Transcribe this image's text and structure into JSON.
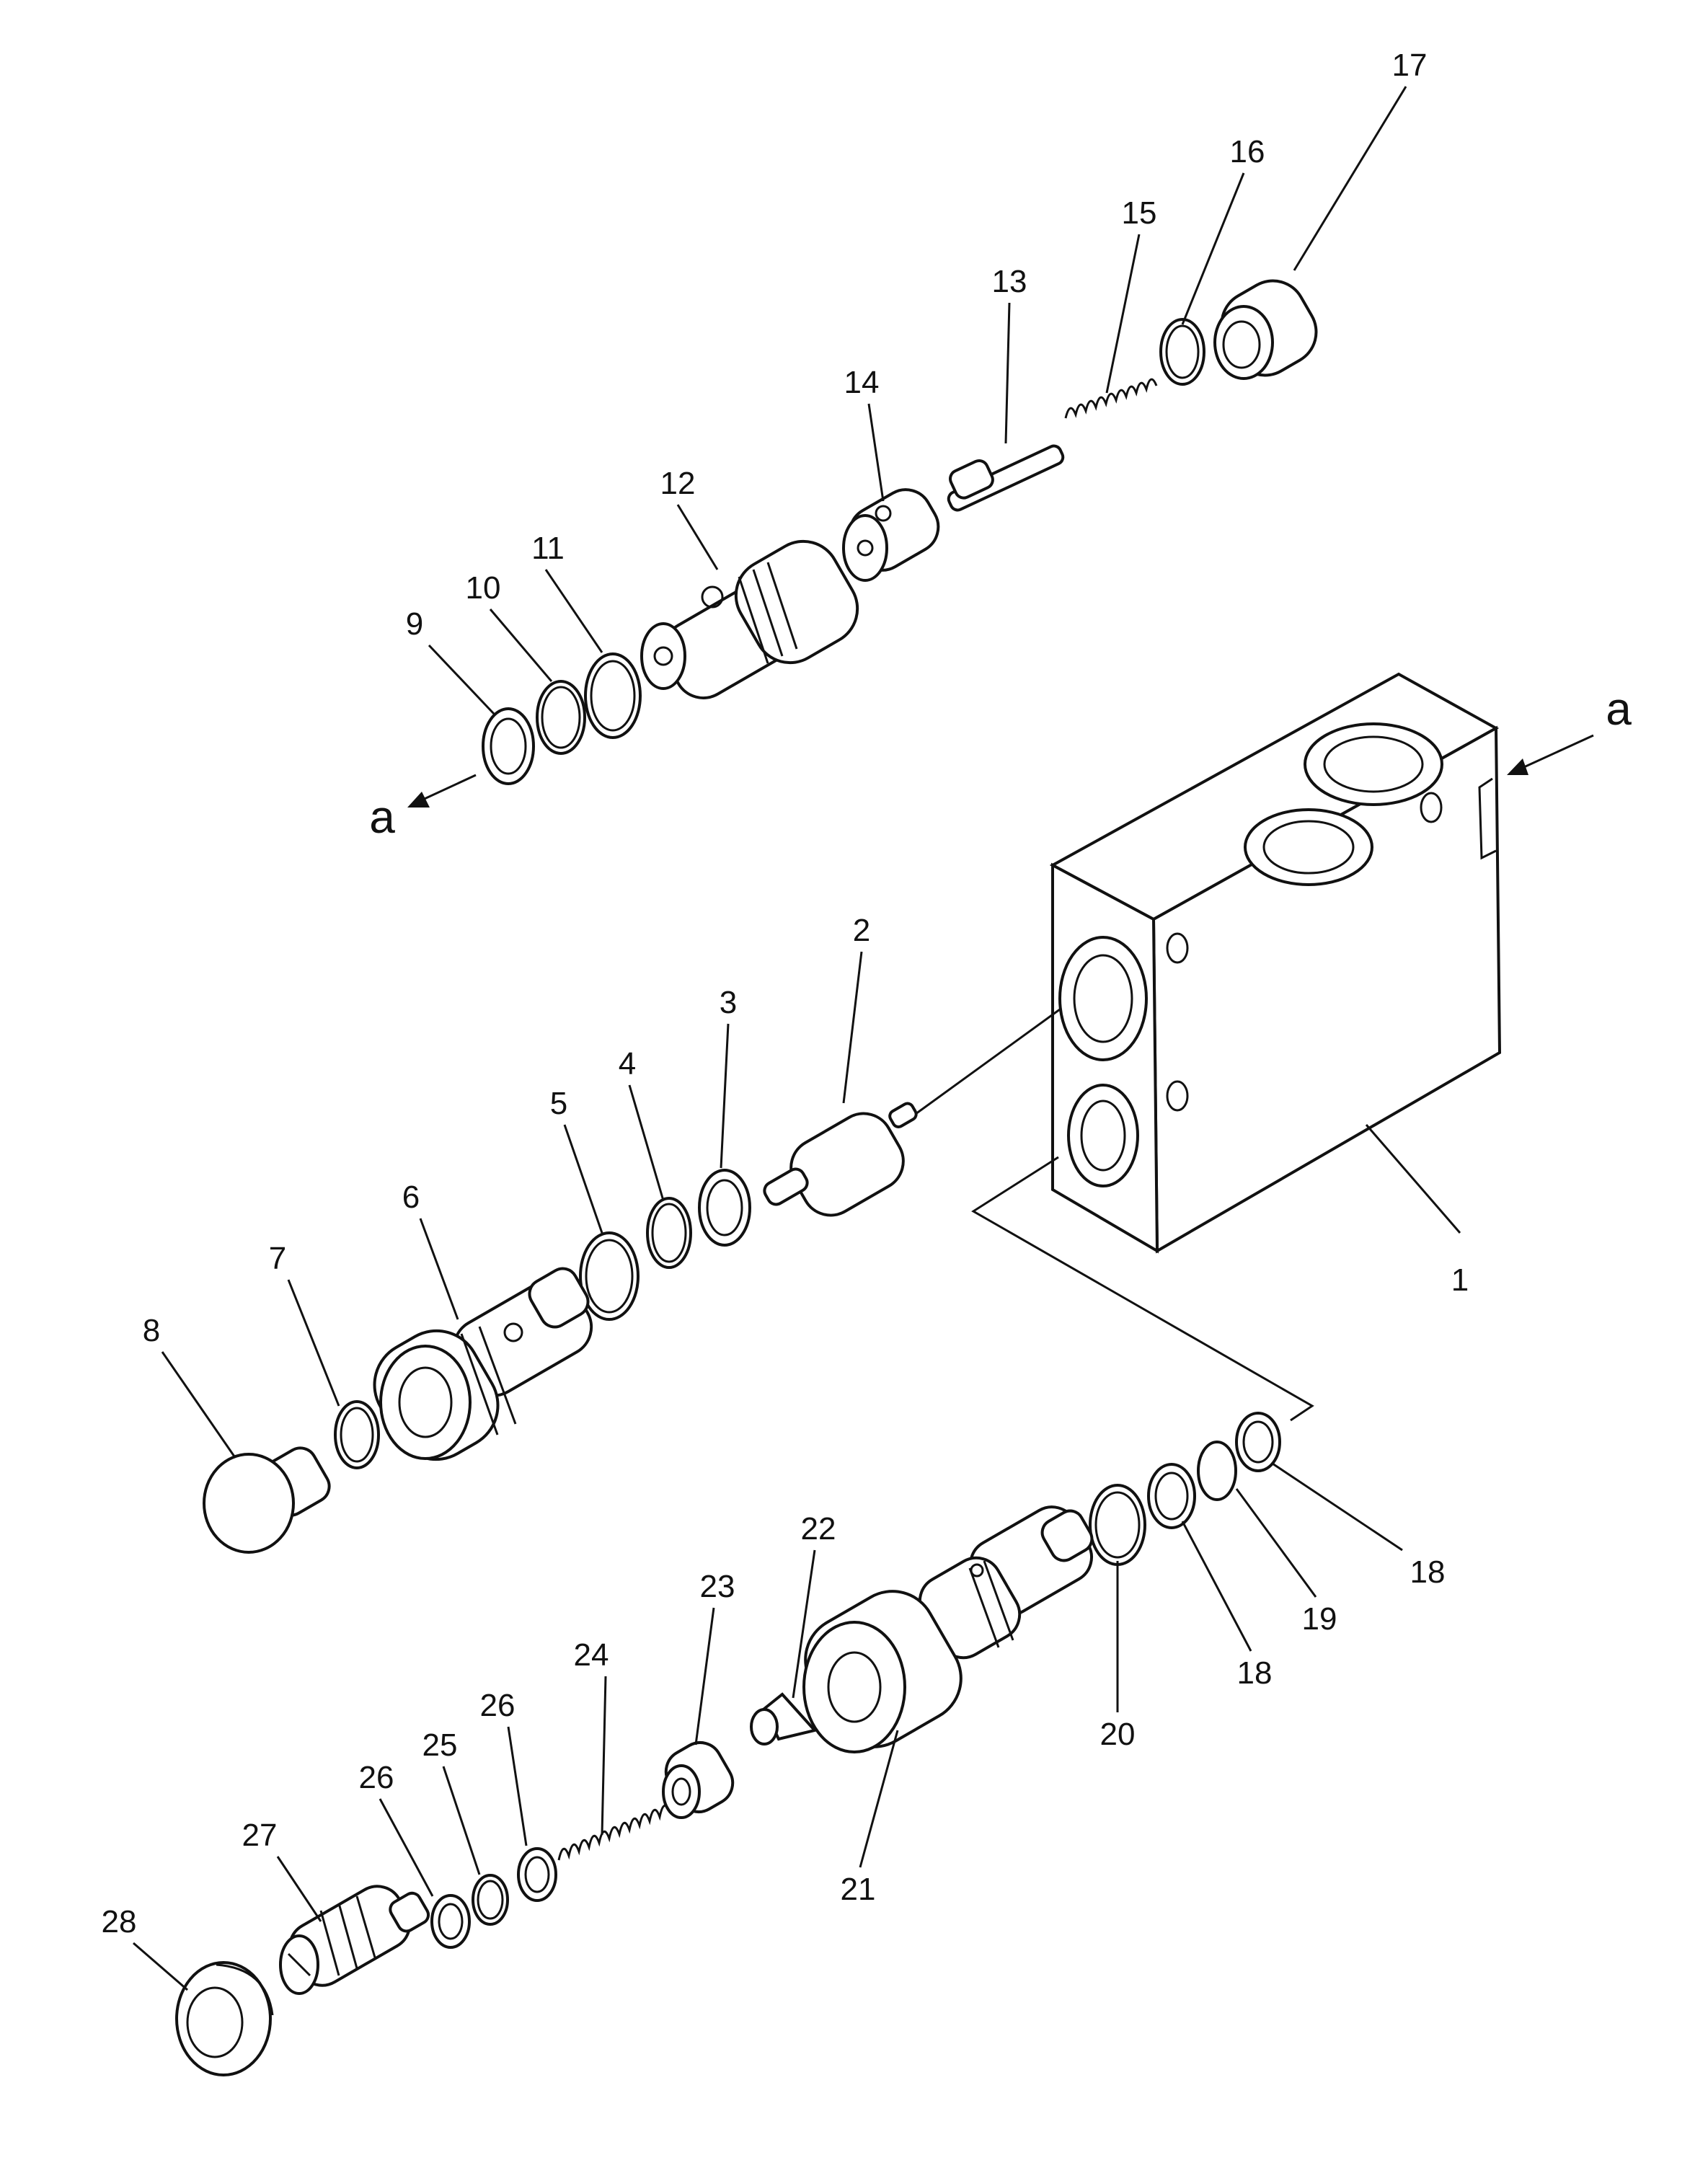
{
  "diagram": {
    "part_numbers": [
      "1",
      "2",
      "3",
      "4",
      "5",
      "6",
      "7",
      "8",
      "9",
      "10",
      "11",
      "12",
      "13",
      "14",
      "15",
      "16",
      "17",
      "18",
      "18",
      "19",
      "20",
      "21",
      "22",
      "23",
      "24",
      "25",
      "26",
      "26",
      "27",
      "28"
    ],
    "reference_label_right": "a",
    "reference_label_left": "a",
    "colors": {
      "line": "#111111",
      "background": "#ffffff"
    }
  }
}
